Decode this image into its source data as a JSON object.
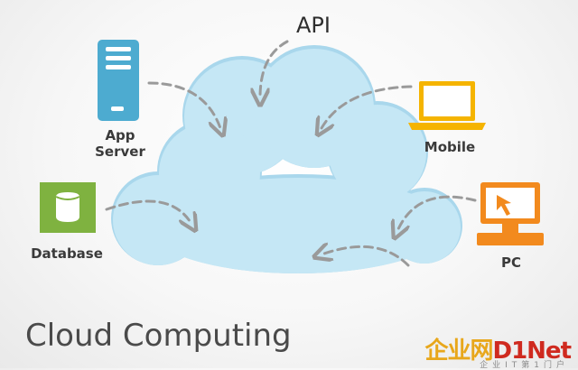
{
  "diagram": {
    "api_label": "API",
    "title": "Cloud Computing",
    "nodes": {
      "app_server": "App\nServer",
      "database": "Database",
      "mobile": "Mobile",
      "pc": "PC"
    },
    "colors": {
      "cloud": "#c5e7f5",
      "cloud_edge": "#a9d7ec",
      "app_server": "#4dabd0",
      "database": "#7fb240",
      "mobile": "#f5b400",
      "pc": "#f28a1e",
      "arrow": "#9a9a9a"
    }
  },
  "watermark": {
    "logo_cn": "企业网",
    "logo_en": "D1Net",
    "subtitle": "企业IT第1门户"
  }
}
